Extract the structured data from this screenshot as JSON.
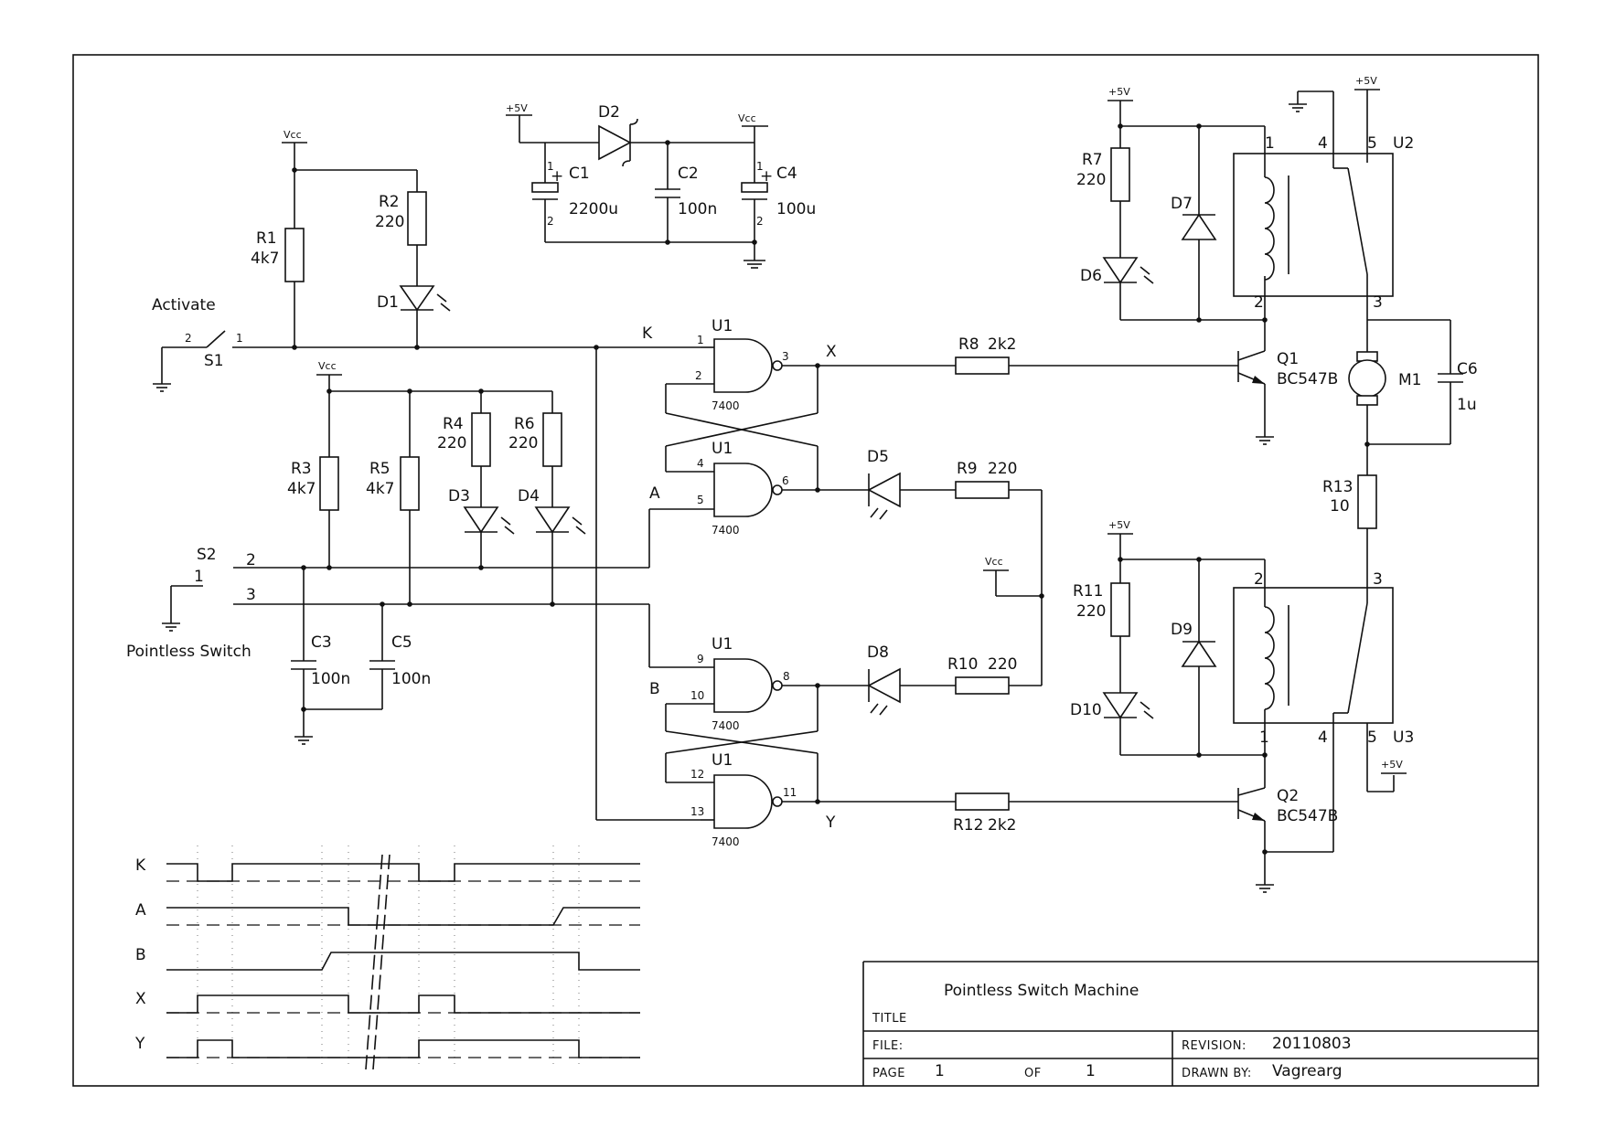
{
  "title_block": {
    "title_value": "Pointless Switch Machine",
    "title_label": "TITLE",
    "file_label": "FILE:",
    "page_label": "PAGE",
    "page_value": "1",
    "of_label": "OF",
    "of_value": "1",
    "revision_label": "REVISION:",
    "revision_value": "20110803",
    "drawn_label": "DRAWN BY:",
    "drawn_value": "Vagrearg"
  },
  "supplies": {
    "vcc": "Vcc",
    "plus5v": "+5V"
  },
  "components": {
    "R1": {
      "ref": "R1",
      "value": "4k7"
    },
    "R2": {
      "ref": "R2",
      "value": "220"
    },
    "R3": {
      "ref": "R3",
      "value": "4k7"
    },
    "R4": {
      "ref": "R4",
      "value": "220"
    },
    "R5": {
      "ref": "R5",
      "value": "4k7"
    },
    "R6": {
      "ref": "R6",
      "value": "220"
    },
    "R7": {
      "ref": "R7",
      "value": "220"
    },
    "R8": {
      "ref": "R8",
      "value": "2k2"
    },
    "R9": {
      "ref": "R9",
      "value": "220"
    },
    "R10": {
      "ref": "R10",
      "value": "220"
    },
    "R11": {
      "ref": "R11",
      "value": "220"
    },
    "R12": {
      "ref": "R12",
      "value": "2k2"
    },
    "R13": {
      "ref": "R13",
      "value": "10"
    },
    "C1": {
      "ref": "C1",
      "value": "2200u"
    },
    "C2": {
      "ref": "C2",
      "value": "100n"
    },
    "C3": {
      "ref": "C3",
      "value": "100n"
    },
    "C4": {
      "ref": "C4",
      "value": "100u"
    },
    "C5": {
      "ref": "C5",
      "value": "100n"
    },
    "C6": {
      "ref": "C6",
      "value": "1u"
    },
    "D1": "D1",
    "D2": "D2",
    "D3": "D3",
    "D4": "D4",
    "D5": "D5",
    "D6": "D6",
    "D7": "D7",
    "D8": "D8",
    "D9": "D9",
    "D10": "D10",
    "Q1": {
      "ref": "Q1",
      "value": "BC547B"
    },
    "Q2": {
      "ref": "Q2",
      "value": "BC547B"
    },
    "U1": {
      "ref": "U1",
      "value": "7400"
    },
    "U2": "U2",
    "U3": "U3",
    "M1": "M1",
    "S1": "S1",
    "S2": "S2"
  },
  "labels": {
    "activate": "Activate",
    "pointless_switch": "Pointless Switch",
    "K": "K",
    "A": "A",
    "B": "B",
    "X": "X",
    "Y": "Y"
  },
  "pins": {
    "p1": "1",
    "p2": "2",
    "p3": "3",
    "p4": "4",
    "p5": "5",
    "p6": "6",
    "p8": "8",
    "p9": "9",
    "p10": "10",
    "p11": "11",
    "p12": "12",
    "p13": "13"
  },
  "timing": {
    "signals": [
      "K",
      "A",
      "B",
      "X",
      "Y"
    ]
  }
}
